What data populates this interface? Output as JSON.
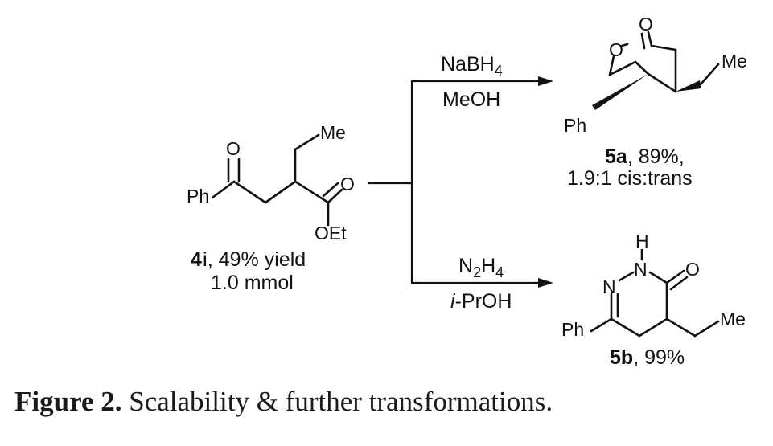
{
  "start": {
    "label": "4i",
    "caption_rest": ", 49% yield",
    "scale": "1.0 mmol",
    "atoms": {
      "ph": "Ph",
      "ketone_o": "O",
      "ester_o": "O",
      "oet": "OEt",
      "me": "Me"
    }
  },
  "top_reaction": {
    "reagent_main": "NaBH",
    "reagent_sub": "4",
    "solvent": "MeOH"
  },
  "bottom_reaction": {
    "reagent_pre": "N",
    "reagent_sub1": "2",
    "reagent_mid": "H",
    "reagent_sub2": "4",
    "solvent_italic": "i",
    "solvent_rest": "-PrOH"
  },
  "product_a": {
    "label": "5a",
    "caption_rest": ", 89%,",
    "ratio": "1.9:1 cis:trans",
    "atoms": {
      "carbonyl_o": "O",
      "ring_o": "O",
      "me": "Me",
      "ph": "Ph"
    }
  },
  "product_b": {
    "label": "5b",
    "caption_rest": ", 99%",
    "atoms": {
      "h": "H",
      "n1": "N",
      "n2": "N",
      "o": "O",
      "me": "Me",
      "ph": "Ph"
    }
  },
  "caption": {
    "label": "Figure 2.",
    "text": " Scalability & further transformations."
  }
}
